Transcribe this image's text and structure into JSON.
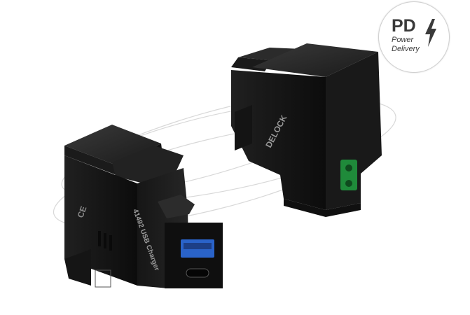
{
  "badge": {
    "main": "PD",
    "line1": "Power",
    "line2": "Delivery",
    "icon": "lightning-bolt-icon"
  },
  "product": {
    "brand": "DELOCK",
    "label": "41492 USB Charger",
    "ce_mark": "CE"
  },
  "colors": {
    "housing": "#1c1c1c",
    "housing_shade": "#0e0e0e",
    "usb_a_insert": "#2a63c9",
    "terminal": "#1f8a3a"
  }
}
